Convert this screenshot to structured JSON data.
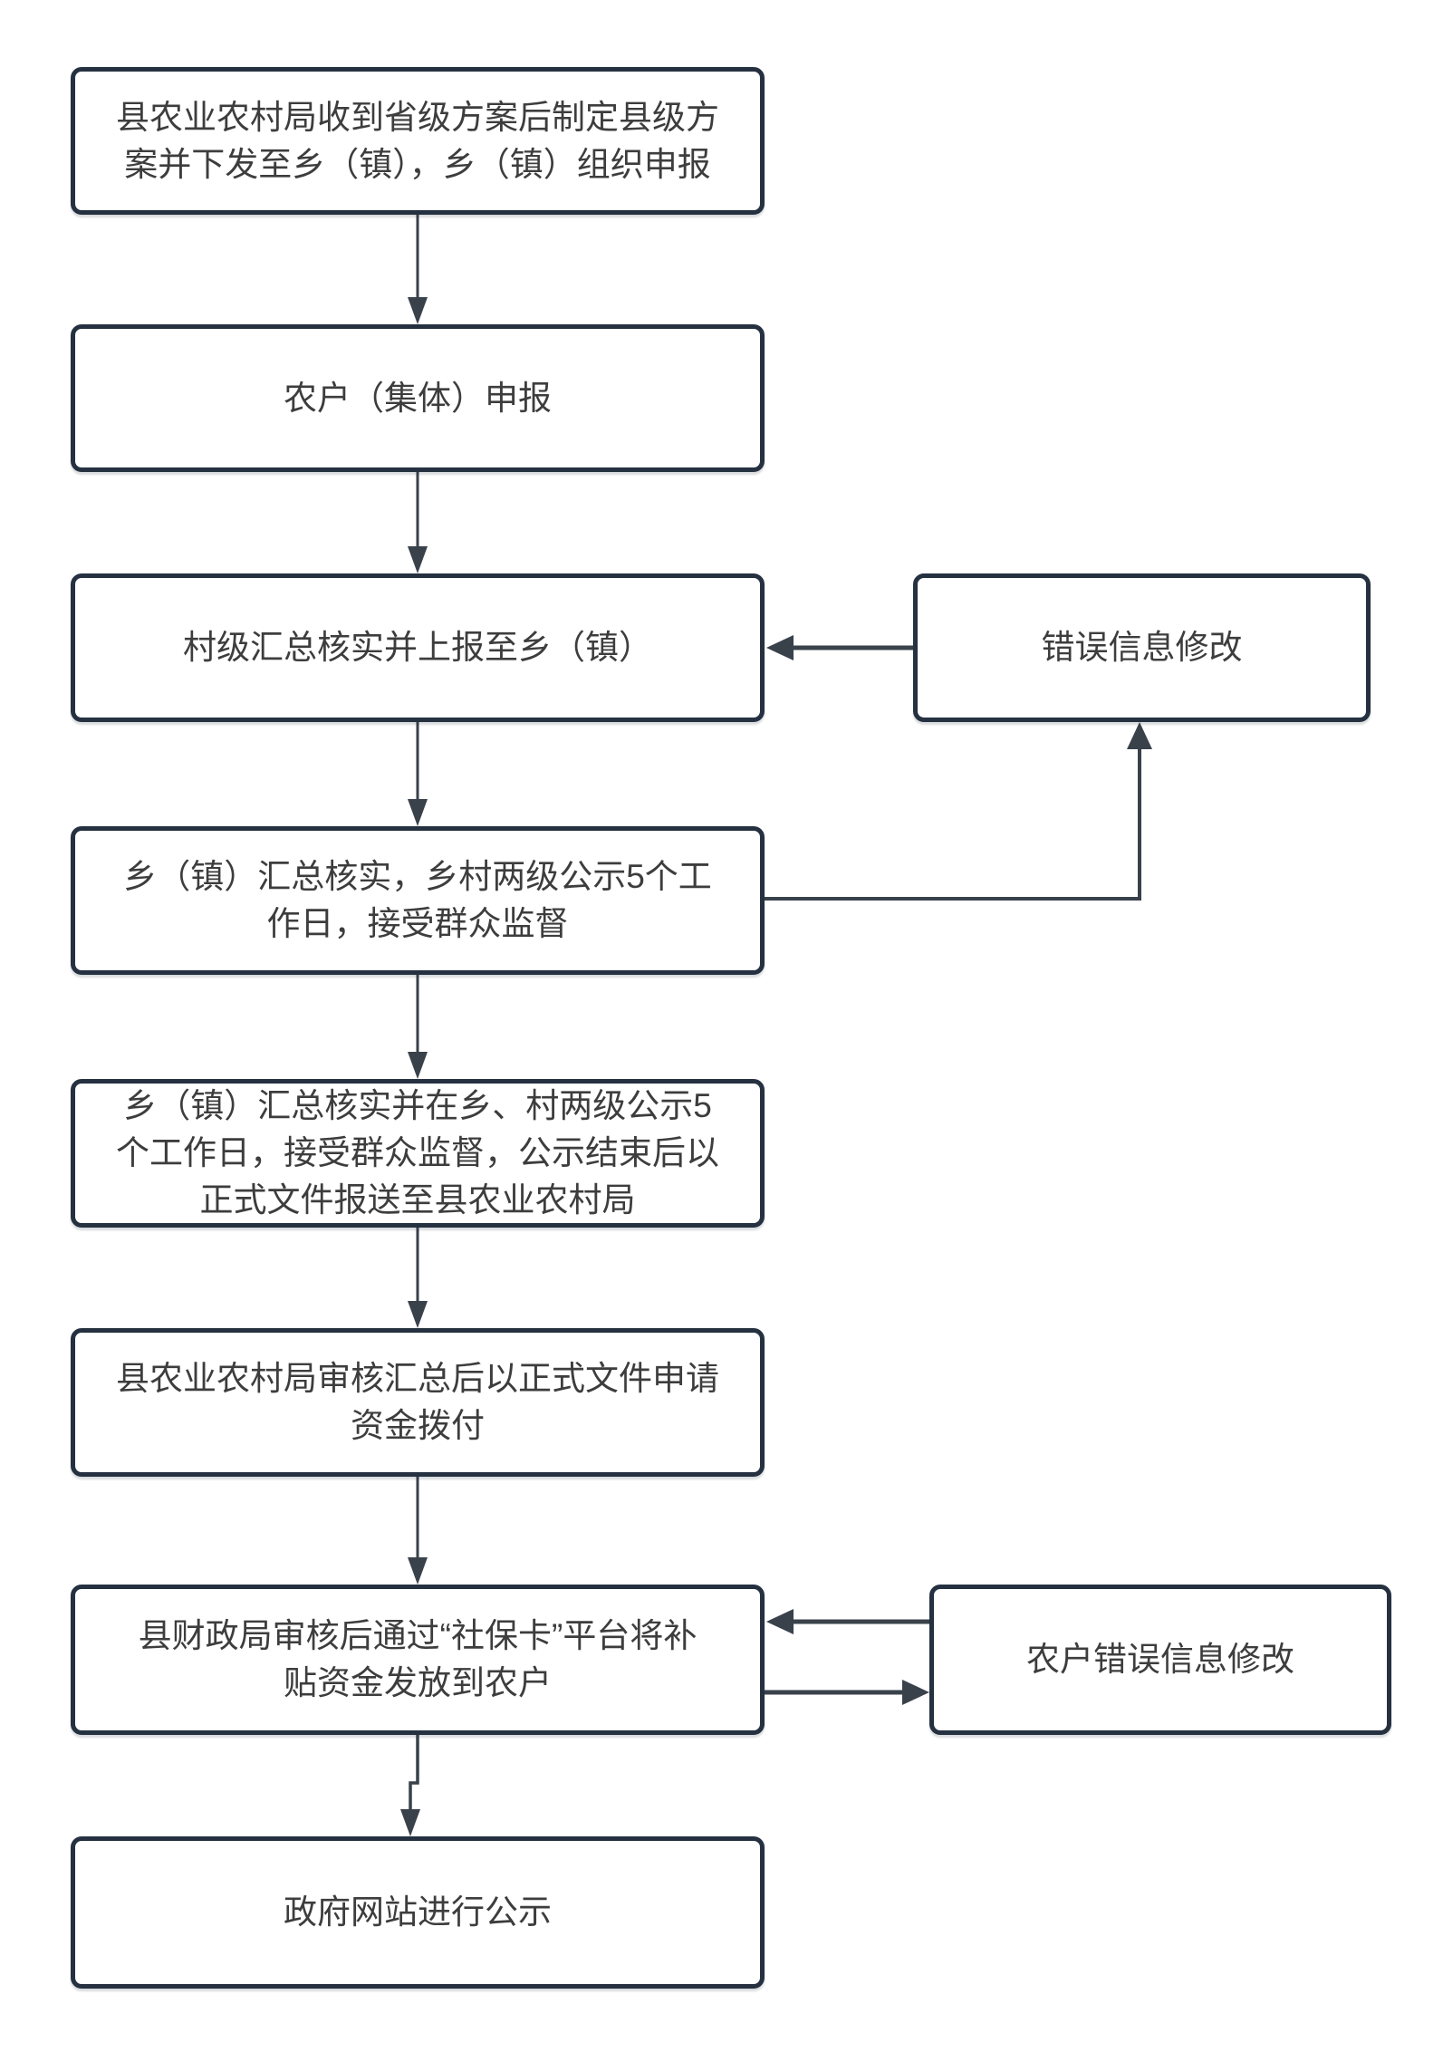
{
  "flowchart": {
    "colors": {
      "node_border": "#253140",
      "arrow": "#39414b",
      "text": "#3d3d3d",
      "background": "#ffffff"
    },
    "main_nodes": [
      {
        "label": "县农业农村局收到省级方案后制定县级方\n案并下发至乡（镇），乡（镇）组织申报"
      },
      {
        "label": "农户（集体）申报"
      },
      {
        "label": "村级汇总核实并上报至乡（镇）"
      },
      {
        "label": "乡（镇）汇总核实，乡村两级公示5个工\n作日，接受群众监督"
      },
      {
        "label": "乡（镇）汇总核实并在乡、村两级公示5\n个工作日，接受群众监督，公示结束后以\n正式文件报送至县农业农村局"
      },
      {
        "label": "县农业农村局审核汇总后以正式文件申请\n资金拨付"
      },
      {
        "label": "县财政局审核后通过“社保卡”平台将补\n贴资金发放到农户"
      },
      {
        "label": "政府网站进行公示"
      }
    ],
    "side_nodes": [
      {
        "label": "错误信息修改"
      },
      {
        "label": "农户错误信息修改"
      }
    ]
  }
}
